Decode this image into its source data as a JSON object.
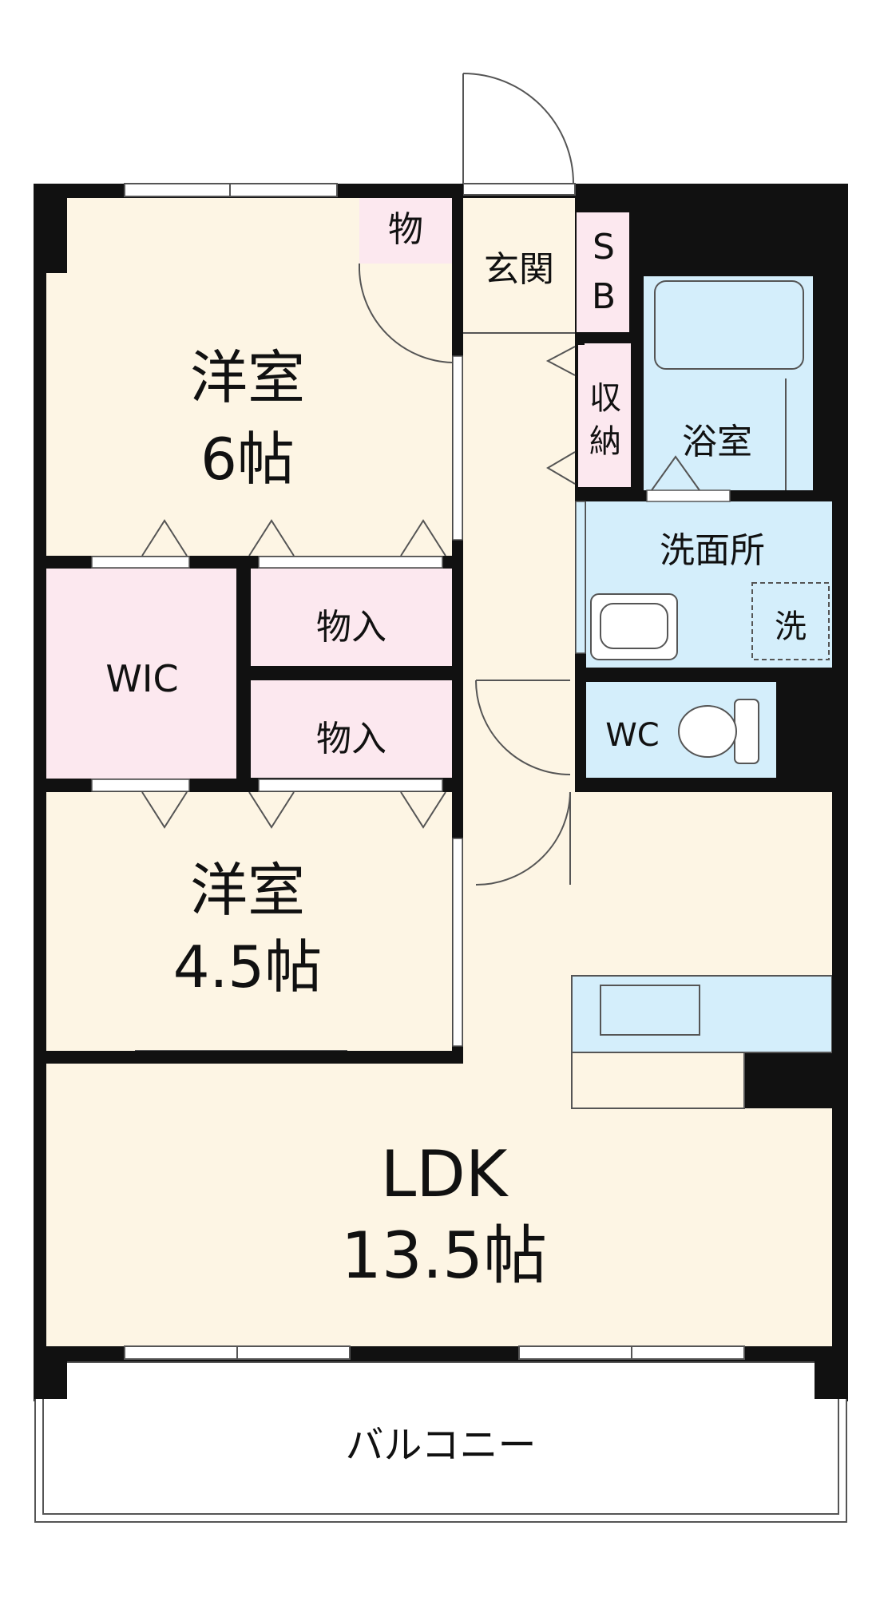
{
  "rooms": {
    "western_room_1": {
      "name": "洋室",
      "size": "6帖"
    },
    "western_room_2": {
      "name": "洋室",
      "size": "4.5帖"
    },
    "ldk": {
      "name": "LDK",
      "size": "13.5帖"
    },
    "entrance": "玄関",
    "shoe_box_line1": "S",
    "shoe_box_line2": "B",
    "storage_small": "物",
    "storage_closet_1": "物入",
    "storage_closet_2": "物入",
    "walk_in_closet": "WIC",
    "closet_line1": "収",
    "closet_line2": "納",
    "bathroom": "浴室",
    "washroom": "洗面所",
    "washing_machine": "洗",
    "toilet": "WC",
    "balcony": "バルコニー"
  },
  "colors": {
    "living_floor": "#fdf5e4",
    "storage_floor": "#fce8ef",
    "wet_area_floor": "#d4eefb",
    "wall": "#111111",
    "line": "#555555"
  }
}
